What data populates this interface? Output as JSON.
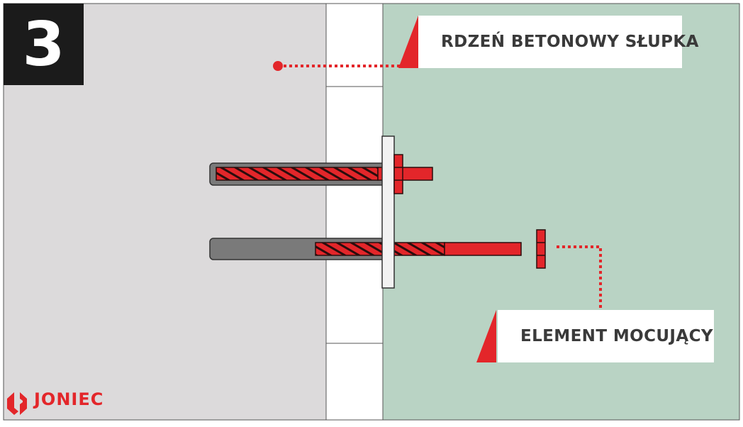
{
  "step_number": "3",
  "callouts": {
    "core": "RDZEŃ BETONOWY SŁUPKA",
    "fixing": "ELEMENT MOCUJĄCY"
  },
  "brand": {
    "name": "JONIEC"
  },
  "colors": {
    "concrete_core": "#dcdadb",
    "board_green": "#b9d3c4",
    "panel_white": "#ffffff",
    "accent_red": "#e3262a",
    "sleeve_gray": "#7a7a7a",
    "badge_black": "#1b1b1b",
    "text_dark": "#3a3a3a"
  }
}
